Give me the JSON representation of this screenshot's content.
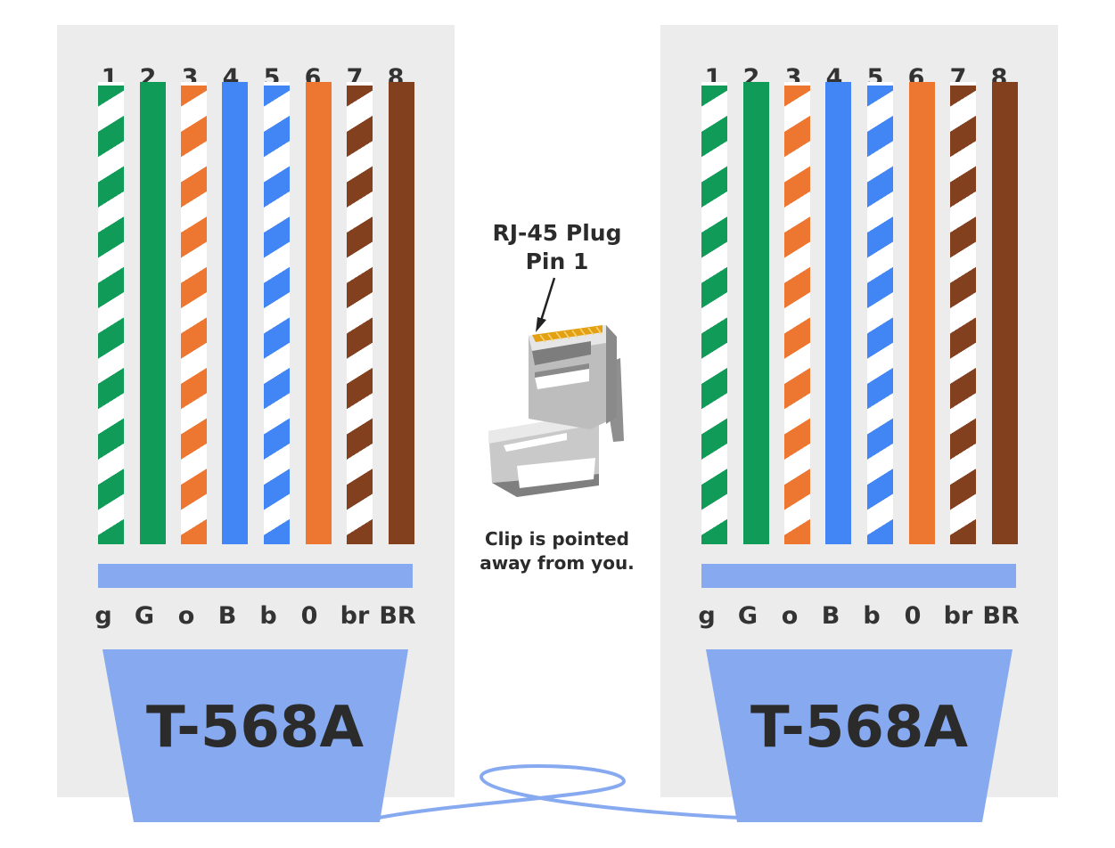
{
  "pins": [
    "1",
    "2",
    "3",
    "4",
    "5",
    "6",
    "7",
    "8"
  ],
  "wires": [
    {
      "code": "g",
      "color": "#109c58",
      "striped": true
    },
    {
      "code": "G",
      "color": "#109c58",
      "striped": false
    },
    {
      "code": "o",
      "color": "#ed7630",
      "striped": true
    },
    {
      "code": "B",
      "color": "#4285f4",
      "striped": false
    },
    {
      "code": "b",
      "color": "#4285f4",
      "striped": true
    },
    {
      "code": "0",
      "color": "#ed7630",
      "striped": false
    },
    {
      "code": "br",
      "color": "#82401f",
      "striped": true
    },
    {
      "code": "BR",
      "color": "#82401f",
      "striped": false
    }
  ],
  "left": {
    "standard": "T-568A"
  },
  "right": {
    "standard": "T-568A"
  },
  "plug": {
    "title_line1": "RJ-45 Plug",
    "title_line2": "Pin 1"
  },
  "note": {
    "line1": "Clip is pointed",
    "line2": "away from you."
  },
  "colors": {
    "panel": "#ececec",
    "accent": "#86a9f0",
    "text": "#333333",
    "cable": "#86a9f0"
  },
  "icon": "rj45-plug-icon"
}
